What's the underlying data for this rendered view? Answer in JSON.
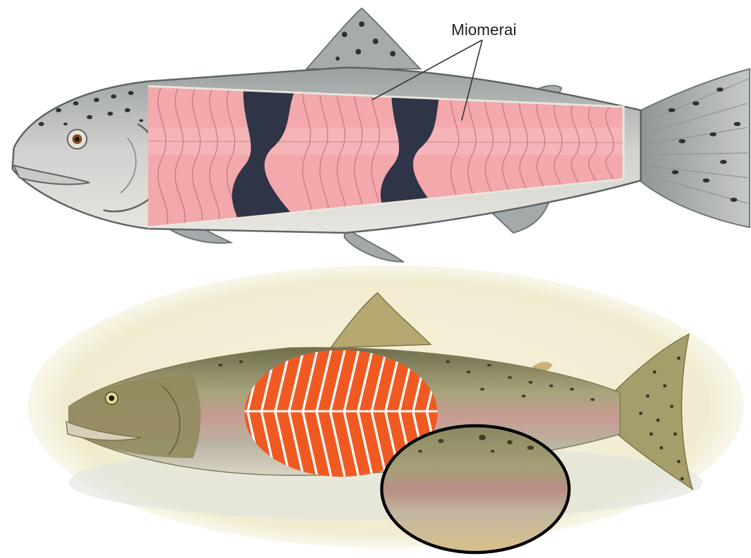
{
  "labels": {
    "miomerai": "Miomerai"
  },
  "colors": {
    "muscle_pink": "#f3a8ac",
    "muscle_line": "#b86a70",
    "dark_band": "#2f3447",
    "skin_gray": "#b9bcbc",
    "spot": "#2d3236",
    "salmon_orange": "#f05a22",
    "trout_olive": "#9c9a72",
    "background_wash": "#f3efd6",
    "callout_circle": "#000000"
  },
  "icons": {
    "top_figure": "trout-muscle-diagram",
    "bottom_figure": "salmon-fillet-illustration"
  }
}
